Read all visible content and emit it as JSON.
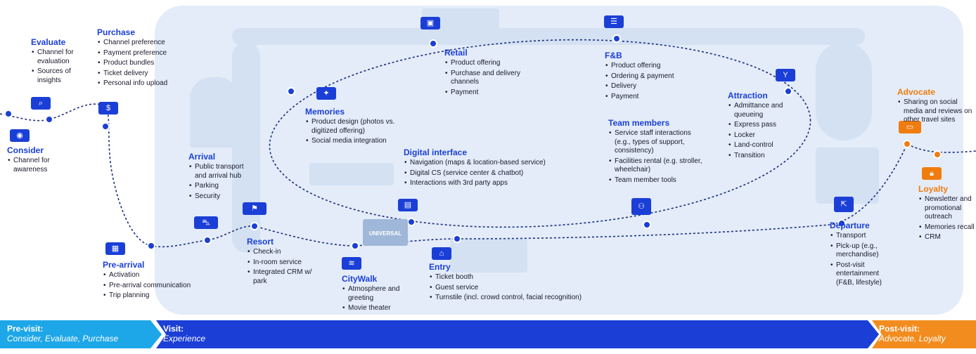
{
  "stages": [
    {
      "id": "consider",
      "title": "Consider",
      "items": [
        "Channel for awareness"
      ],
      "accent": "#1b3fd6",
      "icon": "eye-icon"
    },
    {
      "id": "evaluate",
      "title": "Evaluate",
      "items": [
        "Channel for evaluation",
        "Sources of insights"
      ],
      "accent": "#1b3fd6",
      "icon": "magnifier-icon"
    },
    {
      "id": "purchase",
      "title": "Purchase",
      "items": [
        "Channel preference",
        "Payment preference",
        "Product bundles",
        "Ticket delivery",
        "Personal info upload"
      ],
      "accent": "#1b3fd6",
      "icon": "dollar-icon"
    },
    {
      "id": "pre-arrival",
      "title": "Pre-arrival",
      "items": [
        "Activation",
        "Pre-arrival communication",
        "Trip planning"
      ],
      "accent": "#1b3fd6",
      "icon": "calendar-icon"
    },
    {
      "id": "arrival",
      "title": "Arrival",
      "items": [
        "Public transport and arrival hub",
        "Parking",
        "Security"
      ],
      "accent": "#1b3fd6",
      "icon": "car-icon"
    },
    {
      "id": "resort",
      "title": "Resort",
      "items": [
        "Check-in",
        "In-room service",
        "Integrated CRM w/ park"
      ],
      "accent": "#1b3fd6",
      "icon": "luggage-icon"
    },
    {
      "id": "citywalk",
      "title": "CityWalk",
      "items": [
        "Atmosphere and greeting",
        "Movie theater"
      ],
      "accent": "#1b3fd6",
      "icon": "shoe-icon"
    },
    {
      "id": "entry",
      "title": "Entry",
      "items": [
        "Ticket booth",
        "Guest service",
        "Turnstile (incl. crowd control, facial recognition)"
      ],
      "accent": "#1b3fd6",
      "icon": "building-icon"
    },
    {
      "id": "memories",
      "title": "Memories",
      "items": [
        "Product design (photos vs. digitized offering)",
        "Social media integration"
      ],
      "accent": "#1b3fd6",
      "icon": "sparkle-icon"
    },
    {
      "id": "digital",
      "title": "Digital interface",
      "items": [
        "Navigation (maps & location-based service)",
        "Digital CS (service center & chatbot)",
        "Interactions with 3rd party apps"
      ],
      "accent": "#1b3fd6",
      "icon": "phone-icon"
    },
    {
      "id": "retail",
      "title": "Retail",
      "items": [
        "Product offering",
        "Purchase and delivery channels",
        "Payment"
      ],
      "accent": "#1b3fd6",
      "icon": "shop-icon"
    },
    {
      "id": "fnb",
      "title": "F&B",
      "items": [
        "Product offering",
        "Ordering & payment",
        "Delivery",
        "Payment"
      ],
      "accent": "#1b3fd6",
      "icon": "tray-icon"
    },
    {
      "id": "team",
      "title": "Team members",
      "items": [
        "Service staff interactions (e.g., types of support, consistency)",
        "Facilities rental (e.g. stroller, wheelchair)",
        "Team member tools"
      ],
      "accent": "#1b3fd6",
      "icon": "people-icon"
    },
    {
      "id": "attraction",
      "title": "Attraction",
      "items": [
        "Admittance and queueing",
        "Express pass",
        "Locker",
        "Land-control",
        "Transition"
      ],
      "accent": "#1b3fd6",
      "icon": "drink-icon"
    },
    {
      "id": "departure",
      "title": "Departure",
      "items": [
        "Transport",
        "Pick-up (e.g., merchandise)",
        "Post-visit entertainment (F&B, lifestyle)"
      ],
      "accent": "#1b3fd6",
      "icon": "exit-icon"
    },
    {
      "id": "advocate",
      "title": "Advocate",
      "items": [
        "Sharing on social media and reviews on other travel sites"
      ],
      "accent": "#f07c10",
      "icon": "chat-icon"
    },
    {
      "id": "loyalty",
      "title": "Loyalty",
      "items": [
        "Newsletter and promotional outreach",
        "Memories recall",
        "CRM"
      ],
      "accent": "#f07c10",
      "icon": "lock-icon"
    }
  ],
  "phases": [
    {
      "title": "Pre-visit:",
      "sub": "Consider, Evaluate, Purchase",
      "color": "#1ea7e8"
    },
    {
      "title": "Visit:",
      "sub": "Experience",
      "color": "#1b3fd6"
    },
    {
      "title": "Post-visit:",
      "sub": "Advocate, Loyalty",
      "color": "#f28c1e"
    }
  ],
  "sign_text": "UNIVERSAL"
}
